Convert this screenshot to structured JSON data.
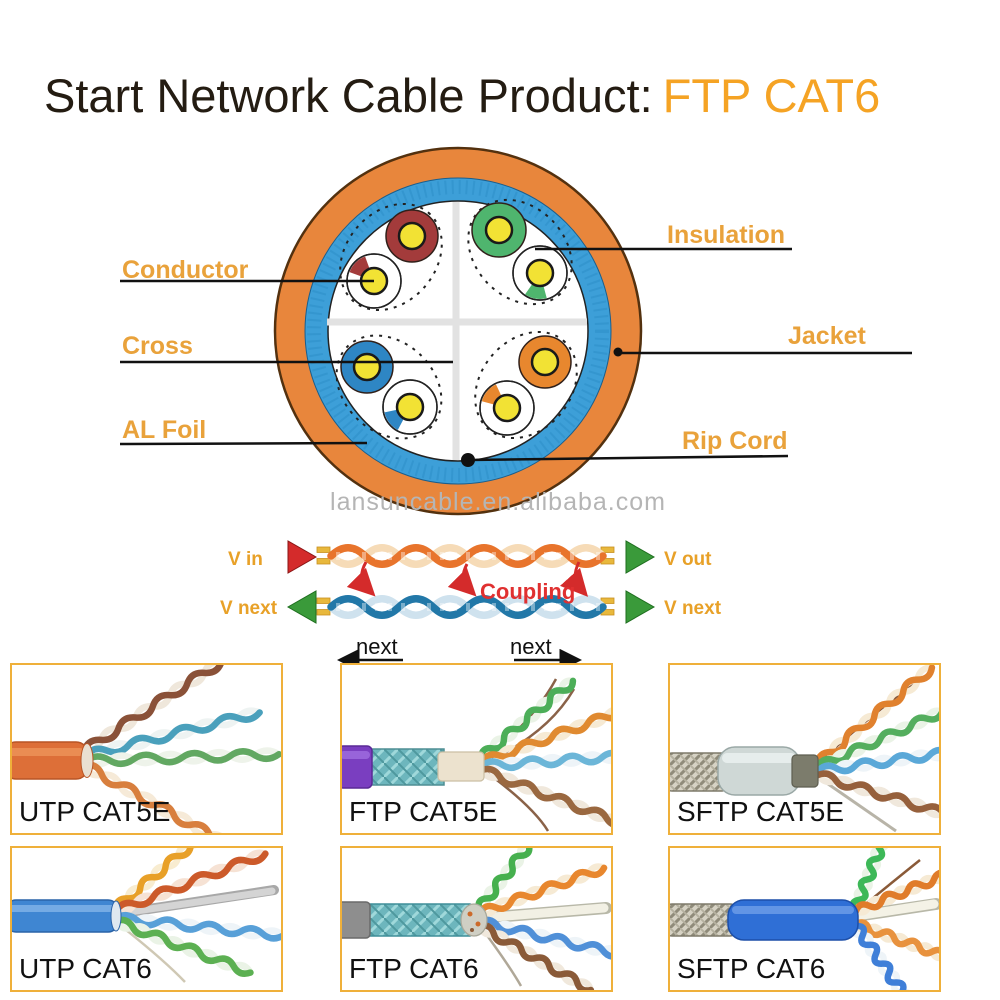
{
  "title": {
    "prefix": "Start Network Cable Product:",
    "highlight": "FTP CAT6"
  },
  "cross_section": {
    "labels": {
      "conductor": "Conductor",
      "cross": "Cross",
      "al_foil": "AL Foil",
      "insulation": "Insulation",
      "jacket": "Jacket",
      "rip_cord": "Rip Cord"
    },
    "watermark": "lansuncable.en.alibaba.com",
    "colors": {
      "jacket_orange": "#e8863c",
      "al_foil_blue": "#3d9fd8",
      "conductor_yellow": "#f2e234",
      "pair_maroon": "#a33b3b",
      "pair_green": "#4fb56e",
      "pair_blue": "#2e86c4",
      "pair_orange": "#e8872e"
    }
  },
  "coupling_diagram": {
    "v_in": "V in",
    "v_out": "V out",
    "v_next_left": "V next",
    "v_next_right": "V next",
    "coupling_label": "Coupling",
    "next_left": "next",
    "next_right": "next",
    "colors": {
      "top_pair": "#e8742c",
      "bottom_pair": "#2278a8",
      "arrow_red": "#d42b2b",
      "arrow_green": "#3a9a3a"
    }
  },
  "products": [
    {
      "label": "UTP CAT5E"
    },
    {
      "label": "FTP CAT5E"
    },
    {
      "label": "SFTP CAT5E"
    },
    {
      "label": "UTP CAT6"
    },
    {
      "label": "FTP CAT6"
    },
    {
      "label": "SFTP CAT6"
    }
  ],
  "accent_colors": {
    "label_gold": "#e9a23b",
    "title_orange": "#f5a324",
    "box_border": "#efb03a"
  }
}
